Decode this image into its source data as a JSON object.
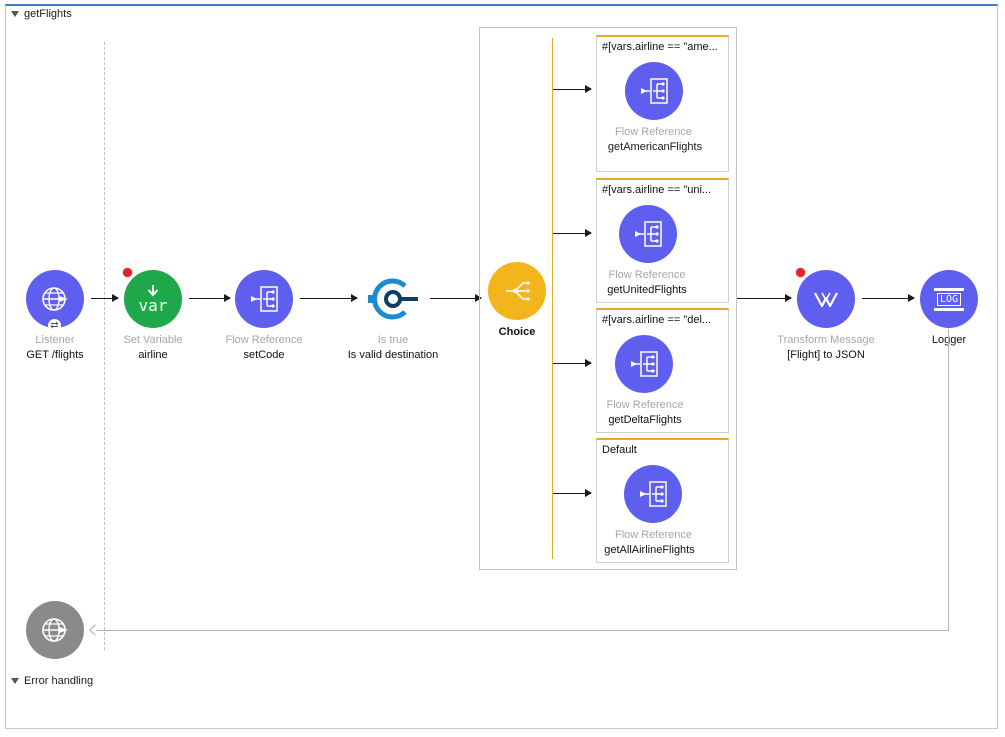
{
  "flow": {
    "name": "getFlights"
  },
  "error_handling": {
    "label": "Error handling"
  },
  "nodes": {
    "listener": {
      "type": "Listener",
      "name": "GET /flights",
      "color": "#5e5fef",
      "icon": "globe-icon"
    },
    "set_variable": {
      "type": "Set Variable",
      "name": "airline",
      "icon_text": "var",
      "color": "#1fa84a",
      "has_error": true
    },
    "flow_ref_setcode": {
      "type": "Flow Reference",
      "name": "setCode",
      "icon": "flow-reference-icon"
    },
    "is_true": {
      "type": "Is true",
      "name": "Is valid destination",
      "icon": "validation-icon",
      "color": "#1c8bd0"
    },
    "choice": {
      "name": "Choice",
      "color": "#f2b51b",
      "icon": "choice-icon"
    },
    "transform": {
      "type": "Transform Message",
      "name": "[Flight] to JSON",
      "has_error": true,
      "icon": "dataweave-icon"
    },
    "logger": {
      "name": "Logger",
      "icon_text": "LOG",
      "icon": "log-icon"
    },
    "source_return": {
      "icon": "globe-icon",
      "color": "#8a8a8a"
    }
  },
  "routes": [
    {
      "condition": "#[vars.airline == \"ame...",
      "type": "Flow Reference",
      "name": "getAmericanFlights"
    },
    {
      "condition": "#[vars.airline == \"uni...",
      "type": "Flow Reference",
      "name": "getUnitedFlights"
    },
    {
      "condition": "#[vars.airline == \"del...",
      "type": "Flow Reference",
      "name": "getDeltaFlights"
    },
    {
      "condition": "Default",
      "type": "Flow Reference",
      "name": "getAllAirlineFlights"
    }
  ]
}
